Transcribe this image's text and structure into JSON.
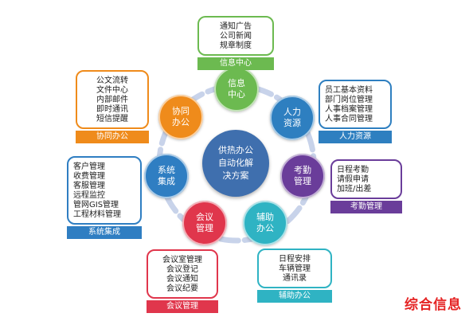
{
  "center": {
    "label": "供热办公\n自动化解\n决方案",
    "color": "#3f6fae"
  },
  "ring_color": "#c8d3ea",
  "nodes": {
    "info": {
      "label": "信息\n中心",
      "color": "#6cba50"
    },
    "hr": {
      "label": "人力\n资源",
      "color": "#2e7fc0"
    },
    "attend": {
      "label": "考勤\n管理",
      "color": "#6a3d9a"
    },
    "assist": {
      "label": "辅助\n办公",
      "color": "#2fb3c3"
    },
    "meeting": {
      "label": "会议\n管理",
      "color": "#e0364c"
    },
    "system": {
      "label": "系统\n集成",
      "color": "#2f7ec2"
    },
    "collab": {
      "label": "协同\n办公",
      "color": "#ef8b1b"
    }
  },
  "boxes": {
    "info": {
      "items": [
        "通知广告",
        "公司新闻",
        "规章制度"
      ],
      "label": "信息中心",
      "color": "#6cba50"
    },
    "hr": {
      "items": [
        "员工基本资料",
        "部门岗位管理",
        "人事档案管理",
        "人事合同管理"
      ],
      "label": "人力资源",
      "color": "#2e7fc0"
    },
    "attend": {
      "items": [
        "日程考勤",
        "请假申请",
        "加班/出差"
      ],
      "label": "考勤管理",
      "color": "#6a3d9a"
    },
    "assist": {
      "items": [
        "日程安排",
        "车辆管理",
        "通讯录"
      ],
      "label": "辅助办公",
      "color": "#2fb3c3"
    },
    "meeting": {
      "items": [
        "会议室管理",
        "会议登记",
        "会议通知",
        "会议纪要"
      ],
      "label": "会议管理",
      "color": "#e0364c"
    },
    "system": {
      "items": [
        "客户管理",
        "收费管理",
        "客服管理",
        "远程监控",
        "管网GIS管理",
        "工程材料管理"
      ],
      "label": "系统集成",
      "color": "#2f7ec2"
    },
    "collab": {
      "items": [
        "公文流转",
        "文件中心",
        "内部邮件",
        "即时通讯",
        "短信提醒"
      ],
      "label": "协同办公",
      "color": "#ef8b1b"
    }
  },
  "brand": "综合信息"
}
